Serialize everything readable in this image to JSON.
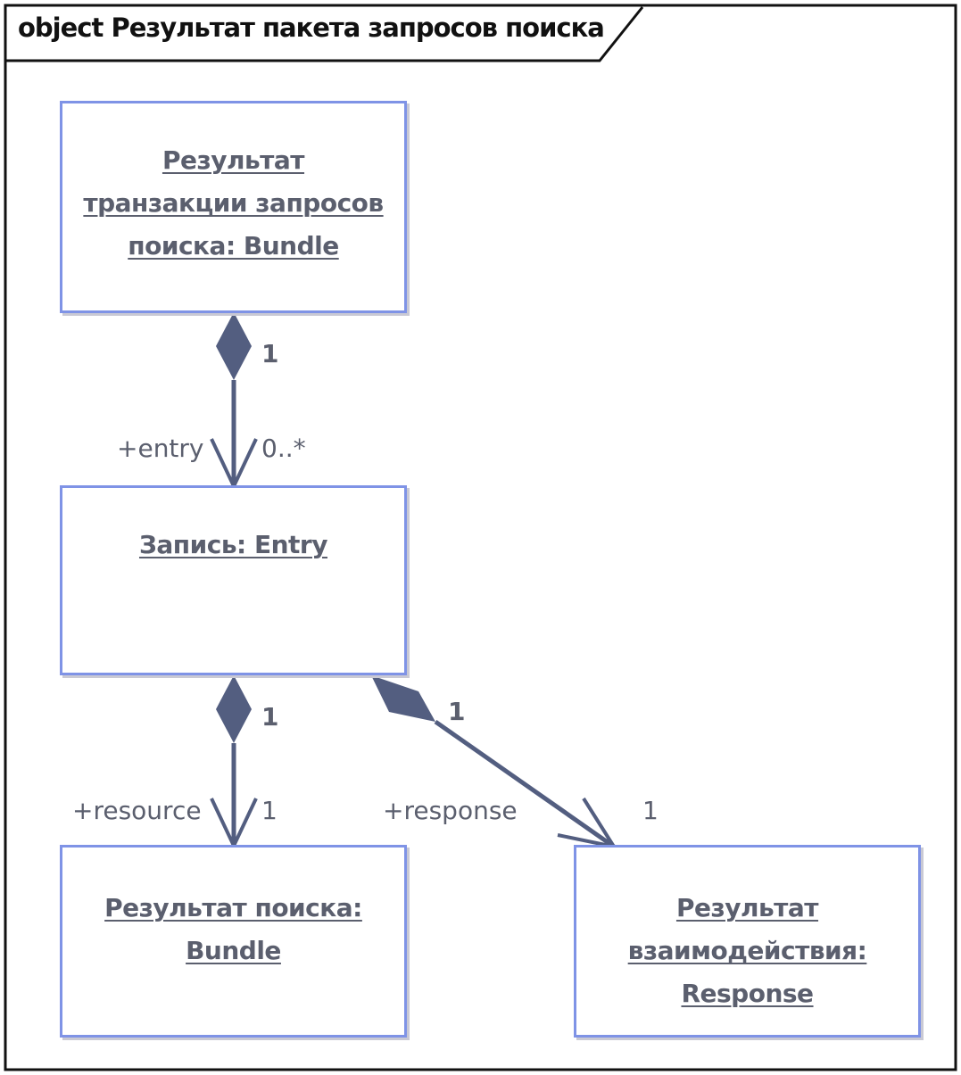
{
  "frame": {
    "title": "object Результат пакета запросов поиска"
  },
  "objects": {
    "transaction_result": {
      "lines": [
        "Результат",
        "транзакции запросов",
        "поиска: Bundle"
      ]
    },
    "entry": {
      "lines": [
        "Запись: Entry"
      ]
    },
    "search_result": {
      "lines": [
        "Результат поиска:",
        "Bundle"
      ]
    },
    "interaction_result": {
      "lines": [
        "Результат",
        "взаимодействия:",
        "Response"
      ]
    }
  },
  "associations": {
    "transaction_entry": {
      "source_mult": "1",
      "role": "+entry",
      "target_mult": "0..*"
    },
    "entry_resource": {
      "source_mult": "1",
      "role": "+resource",
      "target_mult": "1"
    },
    "entry_response": {
      "source_mult": "1",
      "role": "+response",
      "target_mult": "1"
    }
  },
  "colors": {
    "box_border": "#7f93e6",
    "connector": "#535e80",
    "text": "#5b5f6e"
  }
}
